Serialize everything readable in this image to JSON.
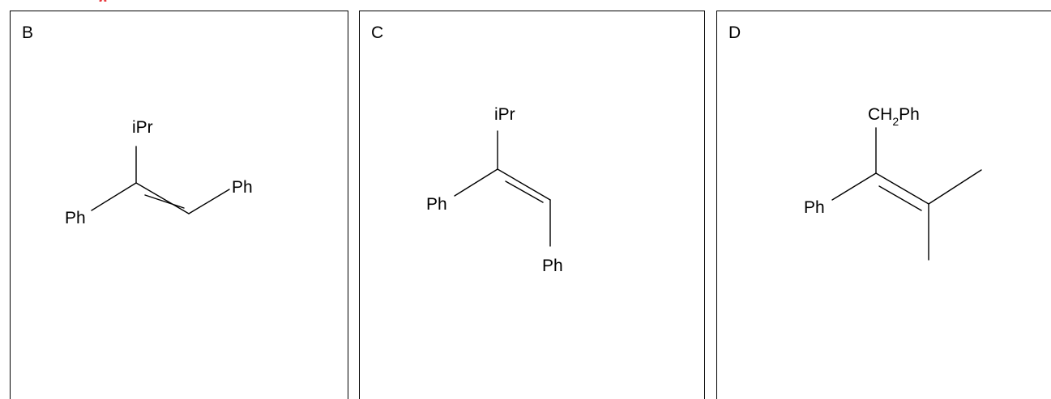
{
  "colors": {
    "header_fragment": "#e8383d",
    "border": "#000000",
    "ink": "#000000",
    "background": "#ffffff"
  },
  "header_fragment": {
    "text": ", p"
  },
  "panels": [
    {
      "letter": "B",
      "labels": {
        "top": "iPr",
        "left": "Ph",
        "right": "Ph"
      }
    },
    {
      "letter": "C",
      "labels": {
        "top": "iPr",
        "left": "Ph",
        "bottom": "Ph"
      }
    },
    {
      "letter": "D",
      "labels": {
        "top_main": "CH",
        "top_sub": "2",
        "top_tail": "Ph",
        "left": "Ph"
      }
    }
  ]
}
